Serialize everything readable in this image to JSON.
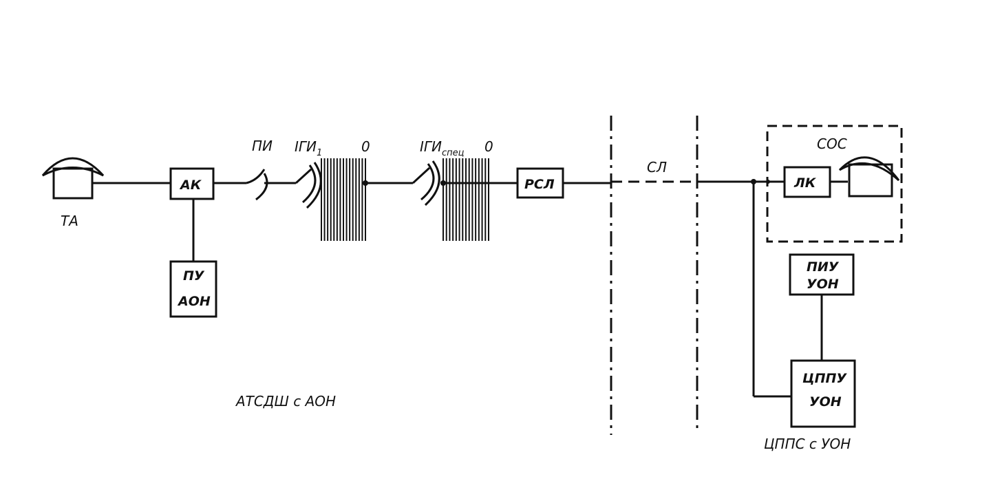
{
  "diagram": {
    "labels": {
      "ta": "ТА",
      "pi": "ПИ",
      "igi1_main": "IГИ",
      "igi1_sub": "1",
      "zero1": "0",
      "igi_spec_main": "IГИ",
      "igi_spec_sub": "спец",
      "zero2": "0",
      "sl": "СЛ",
      "sos": "СОС",
      "atsdsh": "АТСДШ с АОН",
      "tspps": "ЦППС с УОН"
    },
    "boxes": {
      "ak": "АК",
      "pu_line1": "ПУ",
      "pu_line2": "АОН",
      "rsl": "РСЛ",
      "lk": "ЛК",
      "piu_line1": "ПИУ",
      "piu_line2": "УОН",
      "tsppu_line1": "ЦППУ",
      "tsppu_line2": "УОН"
    }
  }
}
